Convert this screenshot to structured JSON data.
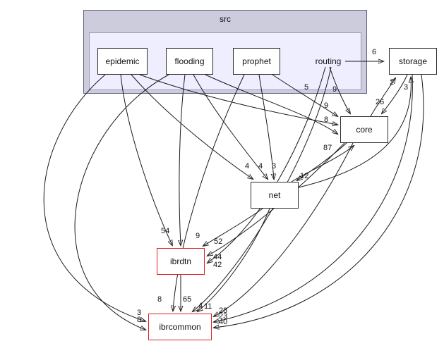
{
  "clusters": {
    "outer": {
      "label": "src"
    },
    "inner": {
      "label": "routing"
    }
  },
  "nodes": {
    "epidemic": {
      "label": "epidemic",
      "truncated": false
    },
    "flooding": {
      "label": "flooding",
      "truncated": false
    },
    "prophet": {
      "label": "prophet",
      "truncated": false
    },
    "routing": {
      "label": "routing",
      "truncated": false
    },
    "storage": {
      "label": "storage",
      "truncated": false
    },
    "core": {
      "label": "core",
      "truncated": false
    },
    "net": {
      "label": "net",
      "truncated": false
    },
    "ibrdtn": {
      "label": "ibrdtn",
      "truncated": true
    },
    "ibrcommon": {
      "label": "ibrcommon",
      "truncated": true
    }
  },
  "colors": {
    "cluster_outer_fill": "#ccccdd",
    "cluster_inner_fill": "#eeeeff",
    "node_border": "#2b2b2b",
    "truncated_node_border": "#e02020",
    "edge": "#1a1a1a",
    "background": "#ffffff"
  },
  "edges": [
    {
      "from": "routing",
      "to": "storage",
      "label": "6"
    },
    {
      "from": "core",
      "to": "storage",
      "label": "2"
    },
    {
      "from": "net",
      "to": "storage",
      "label": "3"
    },
    {
      "from": "storage",
      "to": "core",
      "label": "26"
    },
    {
      "from": "prophet",
      "to": "core",
      "label": "5"
    },
    {
      "from": "routing",
      "to": "core",
      "label": "9"
    },
    {
      "from": "epidemic",
      "to": "core",
      "label": "9"
    },
    {
      "from": "flooding",
      "to": "core",
      "label": "8"
    },
    {
      "from": "net",
      "to": "core",
      "label": "87"
    },
    {
      "from": "core",
      "to": "net",
      "label": "12"
    },
    {
      "from": "epidemic",
      "to": "net",
      "label": "4"
    },
    {
      "from": "flooding",
      "to": "net",
      "label": "4"
    },
    {
      "from": "prophet",
      "to": "net",
      "label": "3"
    },
    {
      "from": "epidemic",
      "to": "ibrdtn",
      "label": "54"
    },
    {
      "from": "flooding",
      "to": "ibrdtn",
      "label": "9"
    },
    {
      "from": "net",
      "to": "ibrdtn",
      "label": "52"
    },
    {
      "from": "core",
      "to": "ibrdtn",
      "label": "44"
    },
    {
      "from": "routing",
      "to": "ibrdtn",
      "label": "42"
    },
    {
      "from": "epidemic",
      "to": "ibrcommon",
      "label": "3"
    },
    {
      "from": "flooding",
      "to": "ibrcommon",
      "label": "8"
    },
    {
      "from": "prophet",
      "to": "ibrcommon",
      "label": "8"
    },
    {
      "from": "ibrdtn",
      "to": "ibrcommon",
      "label": "65"
    },
    {
      "from": "routing",
      "to": "ibrcommon",
      "label": "4"
    },
    {
      "from": "net",
      "to": "ibrcommon",
      "label": "11"
    },
    {
      "from": "core",
      "to": "ibrcommon",
      "label": "28"
    },
    {
      "from": "storage",
      "to": "ibrcommon",
      "label": "23"
    },
    {
      "from": "storage",
      "to": "ibrcommon",
      "label": "40"
    }
  ]
}
